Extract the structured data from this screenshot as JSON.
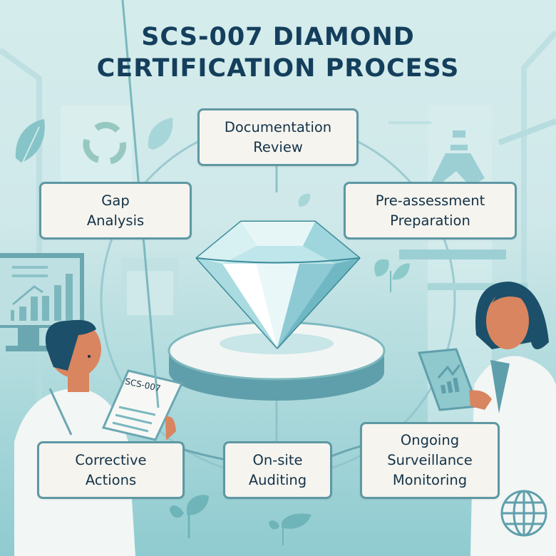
{
  "title": {
    "line1": "SCS-007 DIAMOND",
    "line2": "CERTIFICATION PROCESS"
  },
  "steps": [
    {
      "id": "documentation-review",
      "lines": [
        "Documentation",
        "Review"
      ]
    },
    {
      "id": "gap-analysis",
      "lines": [
        "Gap",
        "Analysis"
      ]
    },
    {
      "id": "pre-assessment-preparation",
      "lines": [
        "Pre-assessment",
        "Preparation"
      ]
    },
    {
      "id": "corrective-actions",
      "lines": [
        "Corrective",
        "Actions"
      ]
    },
    {
      "id": "on-site-auditing",
      "lines": [
        "On-site",
        "Auditing"
      ]
    },
    {
      "id": "ongoing-surveillance-monitoring",
      "lines": [
        "Ongoing",
        "Surveillance",
        "Monitoring"
      ]
    }
  ],
  "illustrations": {
    "document_label": "SCS-007",
    "center_icon": "diamond-icon",
    "decor_icons": [
      "leaf-icon",
      "recycle-icon",
      "microscope-icon",
      "monitor-chart-icon",
      "tablet-chart-icon",
      "globe-icon"
    ]
  },
  "colors": {
    "title": "#143f5c",
    "box_border": "#5e98a3",
    "box_fill": "#f5f4ef",
    "text": "#143247",
    "accent_teal": "#5aa7b0"
  }
}
